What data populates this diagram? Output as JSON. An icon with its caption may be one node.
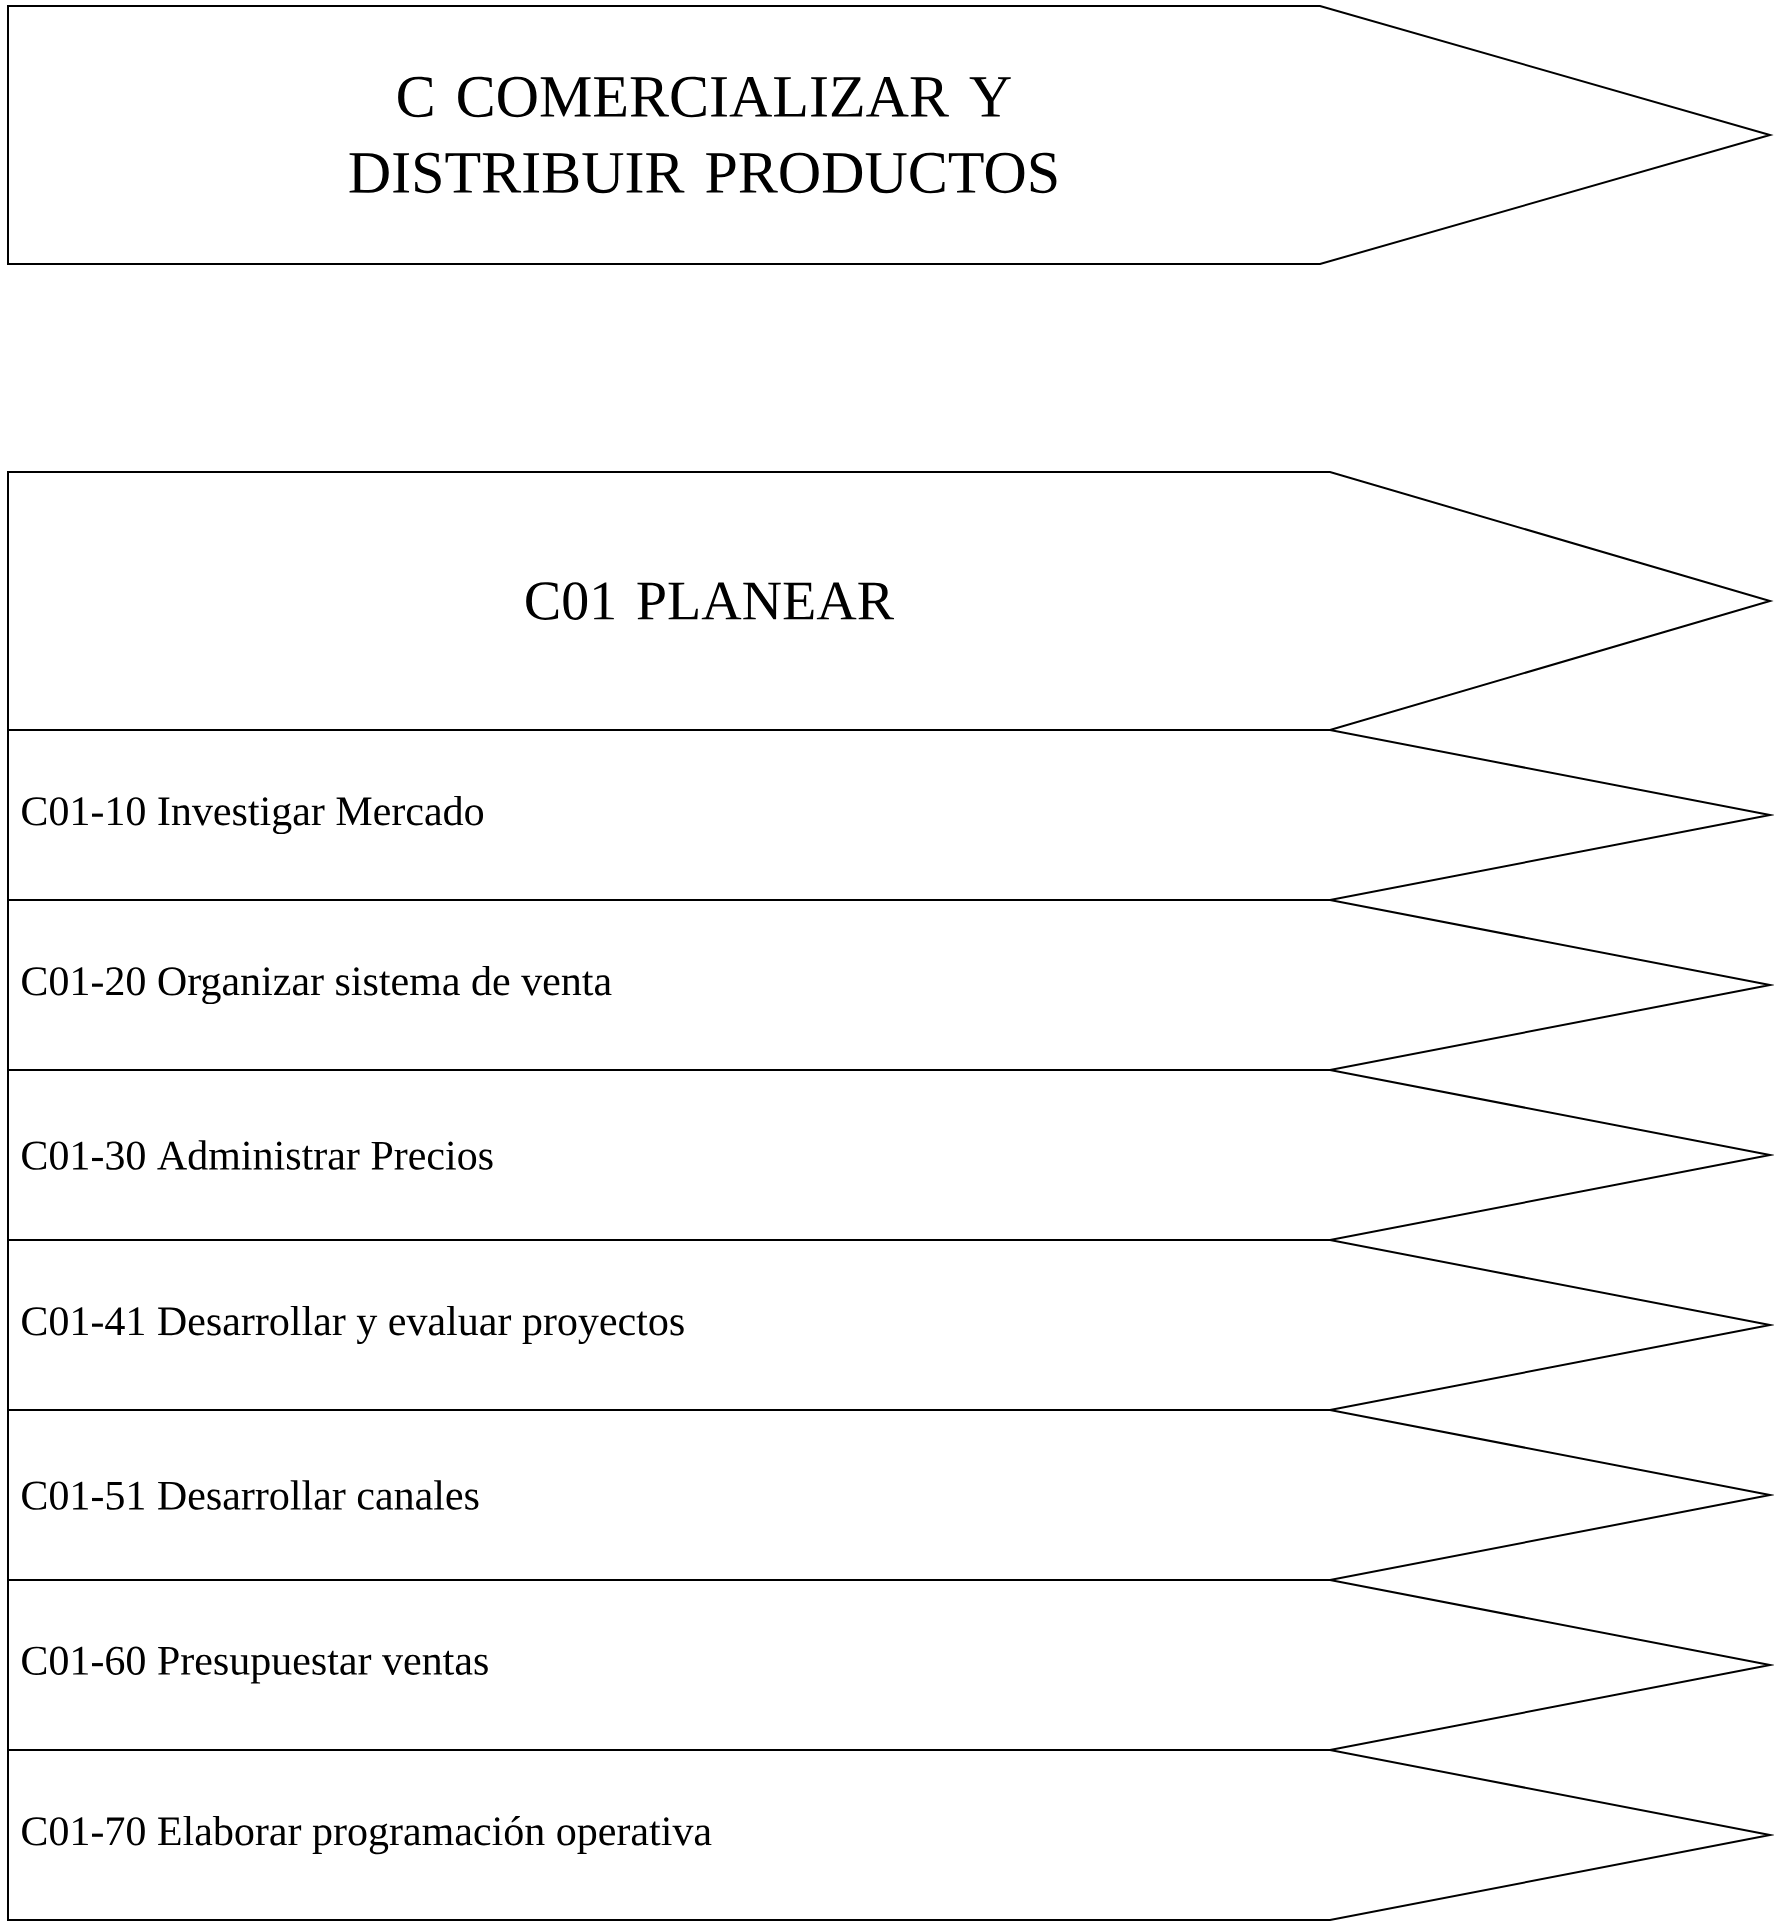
{
  "diagram": {
    "nodes": [
      {
        "text": [
          "C  COMERCIALIZAR Y DISTRIBUIR PRODUCTOS"
        ]
      },
      {
        "text": [
          "C01 PLANEAR"
        ]
      },
      {
        "text": [
          "C01-10 Investigar Mercado"
        ]
      },
      {
        "text": [
          "C01-20 Organizar sistema de venta"
        ]
      },
      {
        "text": [
          "C01-30 Administrar Precios"
        ]
      },
      {
        "text": [
          "C01-41 Desarrollar y evaluar proyectos"
        ]
      },
      {
        "text": [
          "C01-51 Desarrollar canales"
        ]
      },
      {
        "text": [
          "C01-60 Presupuestar ventas"
        ]
      },
      {
        "text": [
          "C01-70 Elaborar programación operativa"
        ]
      }
    ]
  }
}
